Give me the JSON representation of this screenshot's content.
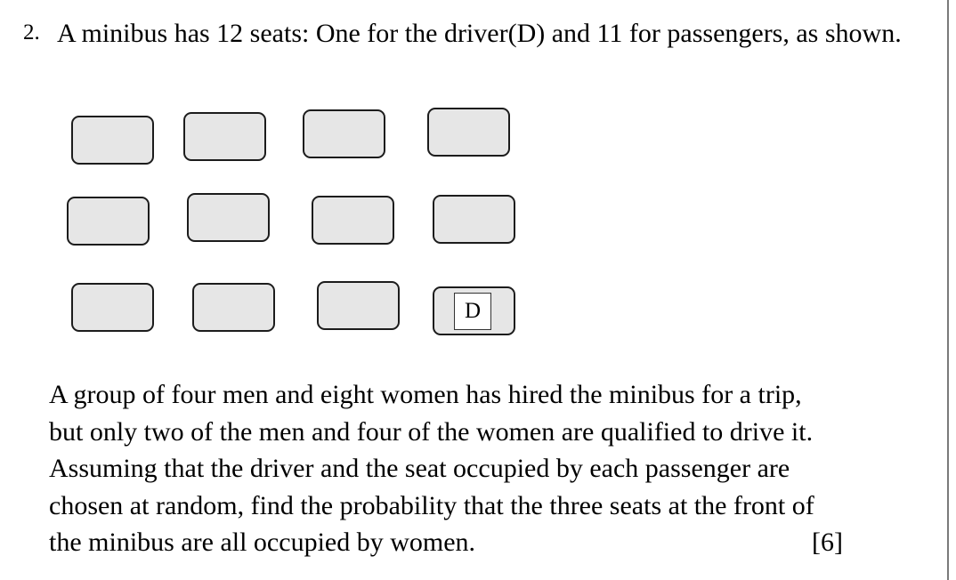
{
  "question": {
    "number": "2.",
    "intro": "A minibus has 12 seats: One for the driver(D) and 11 for passengers, as shown.",
    "driver_seat_label": "D",
    "body_lines": [
      "A group of four men and eight women has hired the minibus for a trip,",
      "but only two of the men and four of the women are qualified to drive it.",
      "Assuming that the driver and the seat occupied by each passenger are",
      "chosen at random, find the probability that the three seats at the front of",
      "the minibus are all occupied by women."
    ],
    "marks": "[6]"
  },
  "seat_diagram": {
    "rows": 3,
    "columns": 4,
    "total_seats": 12,
    "passenger_seats": 11,
    "driver_seat": {
      "row": 3,
      "column": 4
    },
    "seat_fill": "#e6e6e6",
    "seat_border": "#1c1c1c"
  }
}
